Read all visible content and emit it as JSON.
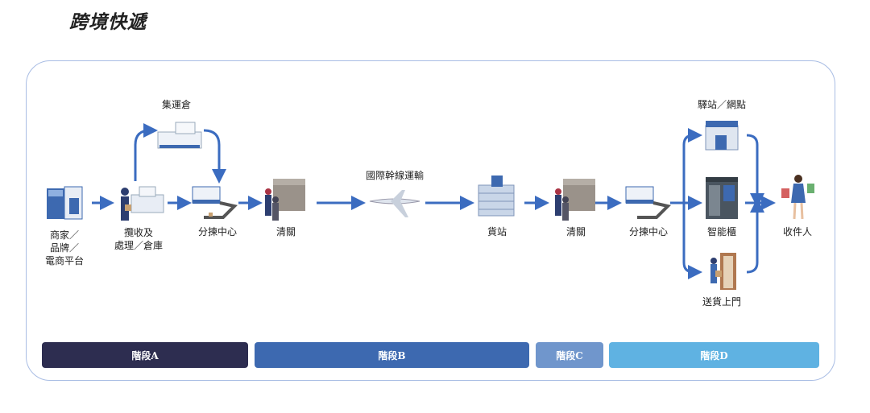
{
  "title": "跨境快遞",
  "nodes": {
    "merchant": [
      "商家／",
      "品牌／",
      "電商平台"
    ],
    "pickup": [
      "攬收及",
      "處理／倉庫"
    ],
    "consolidation": "集運倉",
    "sorting1": "分揀中心",
    "customs1": "清關",
    "air": "國際幹線運輸",
    "cargo": "貨站",
    "customs2": "清關",
    "sorting2": "分揀中心",
    "station": "驛站／網點",
    "locker": "智能櫃",
    "door": "送貨上門",
    "recipient": "收件人"
  },
  "stages": [
    {
      "label": "階段A",
      "color": "#2d2d50"
    },
    {
      "label": "階段B",
      "color": "#3d69b0"
    },
    {
      "label": "階段C",
      "color": "#7096cc"
    },
    {
      "label": "階段D",
      "color": "#5fb2e2"
    }
  ],
  "colors": {
    "arrow": "#3b6cc0",
    "frame": "#a9bde4"
  }
}
